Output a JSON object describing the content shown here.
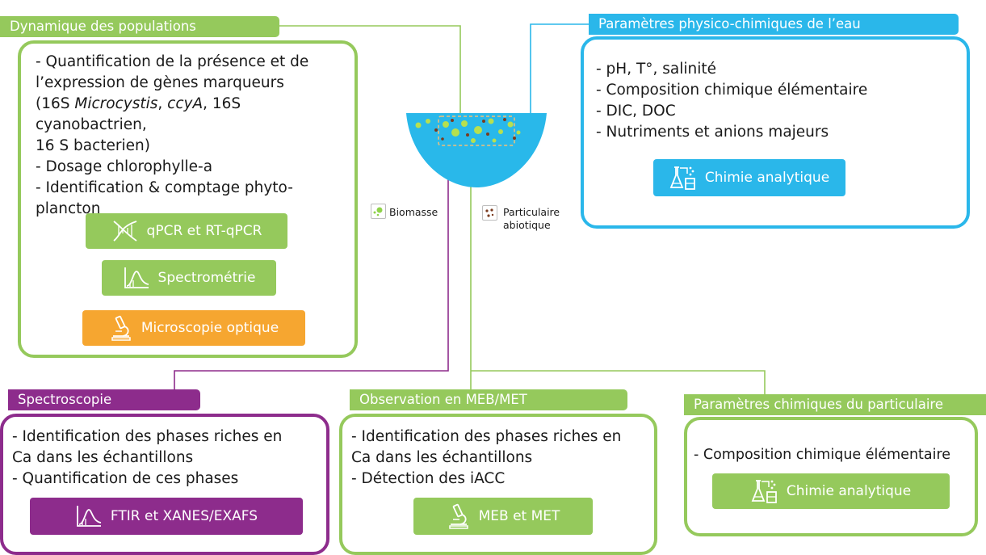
{
  "colors": {
    "green": "#95c95c",
    "blue": "#2ab7ea",
    "orange": "#f6a630",
    "purple": "#8d2c8c",
    "bowl": "#29b8ea"
  },
  "population": {
    "header": "Dynamique des populations",
    "lines": [
      "- Quantification de la présence et de",
      "l’expression de gènes marqueurs",
      "(16S Microcystis, ccyA, 16S cyanobactrien,",
      "16 S bacterien)",
      "- Dosage chlorophylle-a",
      "- Identification & comptage phyto-",
      "plancton"
    ],
    "btn_qpcr": "qPCR et RT-qPCR",
    "btn_spectro": "Spectrométrie",
    "btn_micro": "Microscopie optique"
  },
  "water": {
    "header": "Paramètres physico-chimiques de l’eau",
    "lines": [
      "- pH, T°, salinité",
      "- Composition chimique élémentaire",
      "- DIC, DOC",
      "- Nutriments et anions majeurs"
    ],
    "btn": "Chimie analytique"
  },
  "legend": {
    "biomass": "Biomasse",
    "particulate_1": "Particulaire",
    "particulate_2": "abiotique"
  },
  "spectroscopy": {
    "header": "Spectroscopie",
    "lines": [
      "- Identification des phases riches en",
      "Ca dans les échantillons",
      "- Quantification de ces phases"
    ],
    "btn": "FTIR et XANES/EXAFS"
  },
  "observation": {
    "header": "Observation en MEB/MET",
    "lines": [
      "- Identification des phases riches en",
      "Ca dans les échantillons",
      "- Détection des iACC"
    ],
    "btn": "MEB et MET"
  },
  "particulate": {
    "header": "Paramètres chimiques du particulaire",
    "lines": [
      "- Composition chimique élémentaire"
    ],
    "btn": "Chimie analytique"
  }
}
